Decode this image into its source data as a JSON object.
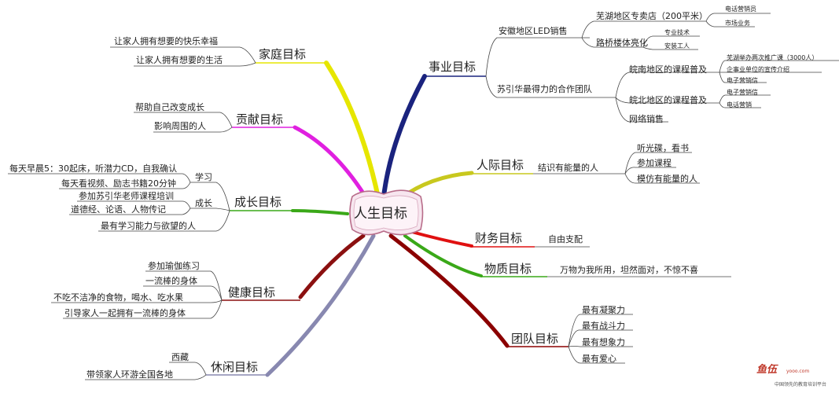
{
  "center": "人生目标",
  "right": {
    "career": {
      "title": "事业目标",
      "anhui": "安徽地区LED销售",
      "wuhu_store": "芜湖地区专卖店（200平米）",
      "phone_sales": "电话营销员",
      "market": "市场业务",
      "bridge": "路桥楼体亮化",
      "tech": "专业技术",
      "install": "安装工人",
      "team": "苏引华最得力的合作团队",
      "south": "皖南地区的课程普及",
      "wuhu_twice": "芜湖举办两次推广课（3000人）",
      "enterprise": "企事业单位的宣传介绍",
      "email1": "电子营销信",
      "north": "皖北地区的课程普及",
      "email2": "电子营销信",
      "phone2": "电话营销",
      "online": "网络销售"
    },
    "people": {
      "title": "人际目标",
      "meet": "结识有能量的人",
      "cd": "听光碟，看书",
      "course": "参加课程",
      "imitate": "模仿有能量的人"
    },
    "finance": {
      "title": "财务目标",
      "item": "自由支配"
    },
    "material": {
      "title": "物质目标",
      "item": "万物为我所用，坦然面对，不惊不喜"
    },
    "team": {
      "title": "团队目标",
      "items": [
        "最有凝聚力",
        "最有战斗力",
        "最有想象力",
        "最有爱心"
      ]
    }
  },
  "left": {
    "family": {
      "title": "家庭目标",
      "items": [
        "让家人拥有想要的快乐幸福",
        "让家人拥有想要的生活"
      ]
    },
    "contribution": {
      "title": "贡献目标",
      "items": [
        "帮助自己改变成长",
        "影响周围的人"
      ]
    },
    "growth": {
      "title": "成长目标",
      "study": "学习",
      "study_items": [
        "每天早晨5：30起床，听潜力CD，自我确认",
        "每天看视频、励志书籍20分钟"
      ],
      "grow": "成长",
      "grow_items": [
        "参加苏引华老师课程培训",
        "道德经、论语、人物传记"
      ],
      "last": "最有学习能力与欲望的人"
    },
    "health": {
      "title": "健康目标",
      "items": [
        "参加瑜伽练习",
        "一流棒的身体",
        "不吃不洁净的食物，喝水、吃水果",
        "引导家人一起拥有一流棒的身体"
      ]
    },
    "leisure": {
      "title": "休闲目标",
      "items": [
        "西藏",
        "带领家人环游全国各地"
      ]
    }
  },
  "watermark": {
    "logo": "鱼伍",
    "line1": "yooo.com",
    "line2": "中国领先的教育培训平台"
  },
  "colors": {
    "career": "#1a237e",
    "people": "#c8c81e",
    "finance": "#e01010",
    "material": "#3aa818",
    "team": "#8b0000",
    "family": "#e6e600",
    "contribution": "#e020e0",
    "growth": "#3aa818",
    "health": "#8b1010",
    "leisure": "#8888b0"
  }
}
